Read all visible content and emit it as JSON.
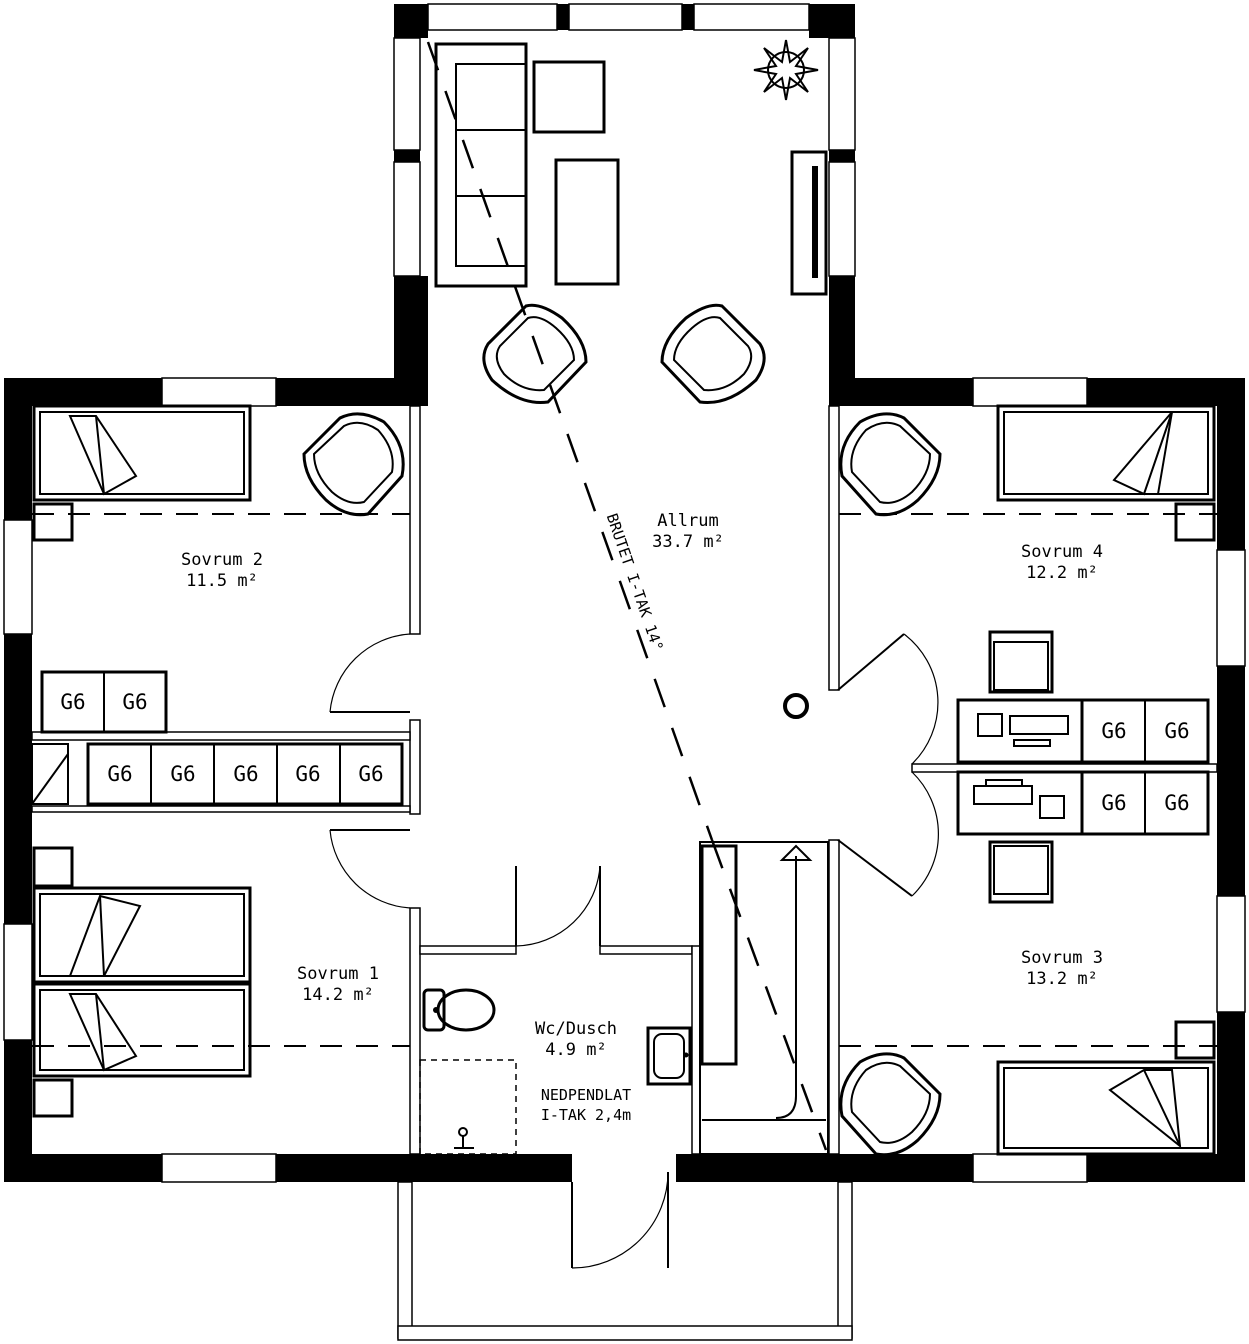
{
  "rooms": {
    "allrum": {
      "name": "Allrum",
      "area": "33.7 m²"
    },
    "sovrum1": {
      "name": "Sovrum 1",
      "area": "14.2 m²"
    },
    "sovrum2": {
      "name": "Sovrum 2",
      "area": "11.5 m²"
    },
    "sovrum3": {
      "name": "Sovrum 3",
      "area": "13.2 m²"
    },
    "sovrum4": {
      "name": "Sovrum 4",
      "area": "12.2 m²"
    },
    "wc": {
      "name": "Wc/Dusch",
      "area": "4.9 m²"
    }
  },
  "notes": {
    "ceiling_broken": "BRUTET I-TAK 14°",
    "lowered_line1": "NEDPENDLAT",
    "lowered_line2": "I-TAK 2,4m"
  },
  "storage_label": "G6"
}
